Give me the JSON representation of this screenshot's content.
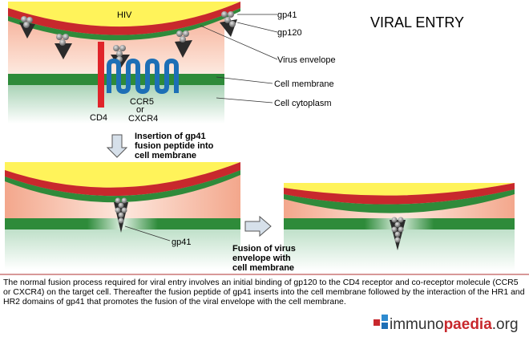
{
  "title": "VIRAL ENTRY",
  "labels": {
    "hiv": "HIV",
    "gp41_top": "gp41",
    "gp120": "gp120",
    "virus_envelope": "Virus envelope",
    "cell_membrane": "Cell membrane",
    "cell_cytoplasm": "Cell cytoplasm",
    "cd4": "CD4",
    "ccr5": "CCR5",
    "or": "or",
    "cxcr4": "CXCR4",
    "gp41_bottom": "gp41"
  },
  "steps": {
    "insertion_line1": "Insertion of gp41",
    "insertion_line2": "fusion peptide into",
    "insertion_line3": "cell membrane",
    "fusion_line1": "Fusion of virus",
    "fusion_line2": "envelope with",
    "fusion_line3": "cell membrane"
  },
  "caption": "The normal fusion process required for viral entry involves an initial binding of gp120 to the CD4 receptor and co-receptor molecule (CCR5 or CXCR4) on the target cell. Thereafter the fusion peptide of gp41 inserts into the cell membrane followed by the interaction of the HR1 and HR2 domains of gp41 that promotes the fusion of the viral envelope with the cell membrane.",
  "logo": {
    "part1": "immuno",
    "part2": "paedia",
    "part3": ".org"
  },
  "colors": {
    "virus_yellow": "#fff35a",
    "gp120_red": "#c8282d",
    "envelope_green": "#2f8a3a",
    "membrane_green": "#2e8b3a",
    "cytoplasm_green": "#c9e4d1",
    "cell_peach": "#f2b49a",
    "cd4_red": "#e0242a",
    "ccr5_blue": "#1d6fb6",
    "spike_gray": "#8a8a8a"
  }
}
